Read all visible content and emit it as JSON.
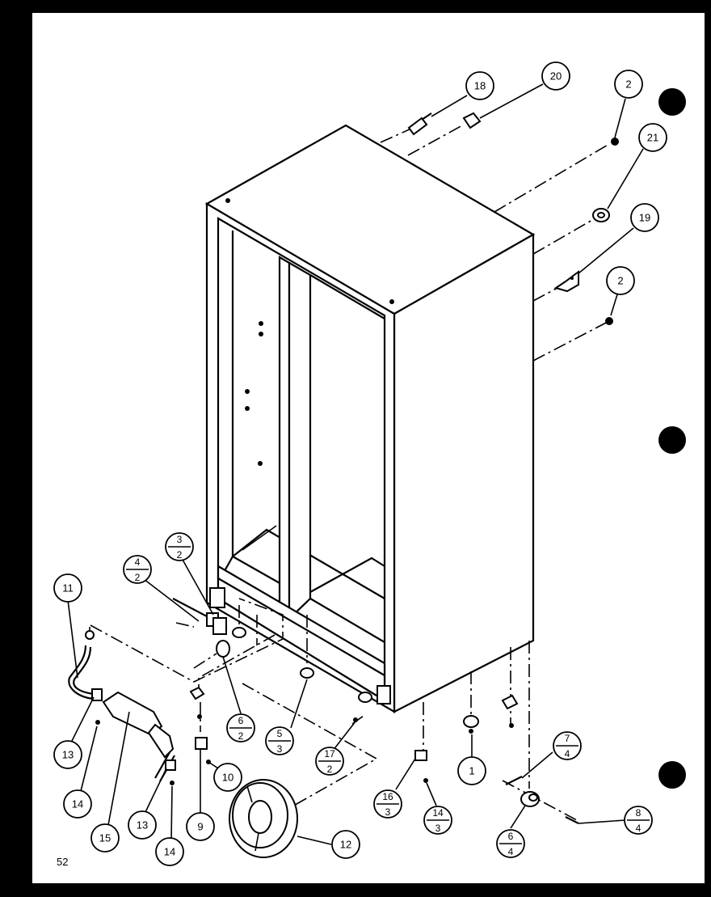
{
  "page_number": "52",
  "callouts": [
    {
      "id": "c18",
      "top": "18"
    },
    {
      "id": "c20",
      "top": "20"
    },
    {
      "id": "c2a",
      "top": "2"
    },
    {
      "id": "c21",
      "top": "21"
    },
    {
      "id": "c19",
      "top": "19"
    },
    {
      "id": "c2b",
      "top": "2"
    },
    {
      "id": "c11",
      "top": "11"
    },
    {
      "id": "c3_2",
      "top": "3",
      "bottom": "2"
    },
    {
      "id": "c4_2",
      "top": "4",
      "bottom": "2"
    },
    {
      "id": "c6_2",
      "top": "6",
      "bottom": "2"
    },
    {
      "id": "c5_3",
      "top": "5",
      "bottom": "3"
    },
    {
      "id": "c17_2",
      "top": "17",
      "bottom": "2"
    },
    {
      "id": "c13a",
      "top": "13"
    },
    {
      "id": "c14a",
      "top": "14"
    },
    {
      "id": "c15",
      "top": "15"
    },
    {
      "id": "c13b",
      "top": "13"
    },
    {
      "id": "c14b",
      "top": "14"
    },
    {
      "id": "c9",
      "top": "9"
    },
    {
      "id": "c10",
      "top": "10"
    },
    {
      "id": "c12",
      "top": "12"
    },
    {
      "id": "c16_3",
      "top": "16",
      "bottom": "3"
    },
    {
      "id": "c14_3",
      "top": "14",
      "bottom": "3"
    },
    {
      "id": "c1",
      "top": "1"
    },
    {
      "id": "c7_4",
      "top": "7",
      "bottom": "4"
    },
    {
      "id": "c8_4",
      "top": "8",
      "bottom": "4"
    },
    {
      "id": "c6_4",
      "top": "6",
      "bottom": "4"
    }
  ]
}
